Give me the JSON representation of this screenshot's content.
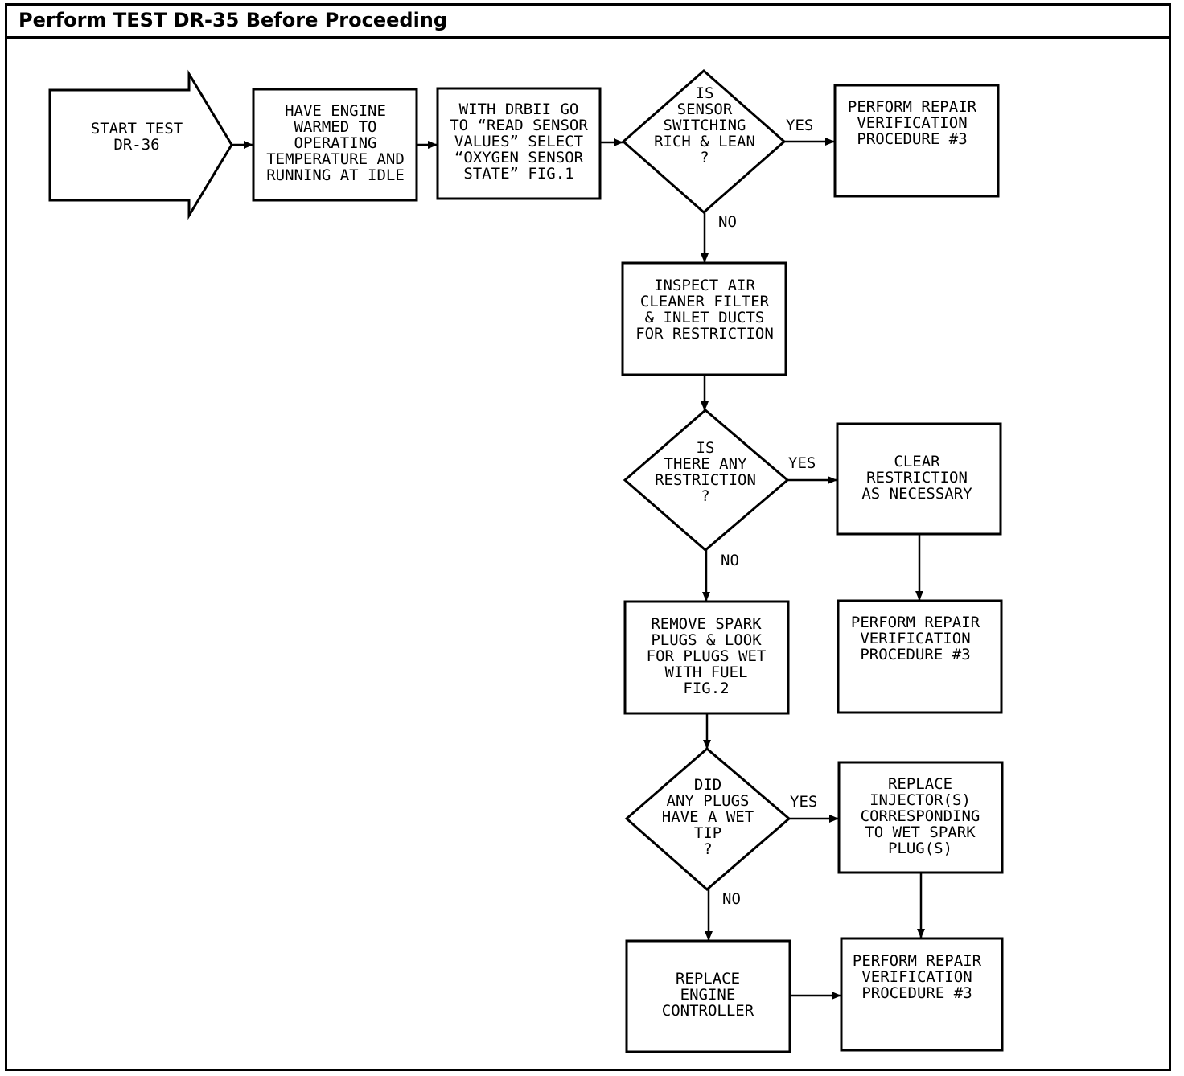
{
  "header": {
    "title": "Perform TEST DR-35 Before Proceeding"
  },
  "nodes": {
    "start": [
      "START TEST",
      "DR-36"
    ],
    "warm": [
      "HAVE ENGINE",
      "WARMED TO",
      "OPERATING",
      "TEMPERATURE AND",
      "RUNNING AT IDLE"
    ],
    "drbii": [
      "WITH DRBII GO",
      "TO “READ SENSOR",
      "VALUES” SELECT",
      "“OXYGEN SENSOR",
      "STATE” FIG.1"
    ],
    "d1": [
      "IS",
      "SENSOR",
      "SWITCHING",
      "RICH & LEAN",
      "?"
    ],
    "repair1": [
      "PERFORM REPAIR",
      "VERIFICATION",
      "PROCEDURE #3"
    ],
    "inspect": [
      "INSPECT AIR",
      "CLEANER FILTER",
      "& INLET DUCTS",
      "FOR RESTRICTION"
    ],
    "d2": [
      "IS",
      "THERE ANY",
      "RESTRICTION",
      "?"
    ],
    "clear": [
      "CLEAR",
      "RESTRICTION",
      "AS NECESSARY"
    ],
    "repair2": [
      "PERFORM REPAIR",
      "VERIFICATION",
      "PROCEDURE #3"
    ],
    "spark": [
      "REMOVE SPARK",
      "PLUGS & LOOK",
      "FOR PLUGS WET",
      "WITH FUEL",
      "FIG.2"
    ],
    "d3": [
      "DID",
      "ANY PLUGS",
      "HAVE A WET",
      "TIP",
      "?"
    ],
    "injector": [
      "REPLACE",
      "INJECTOR(S)",
      "CORRESPONDING",
      "TO WET SPARK",
      "PLUG(S)"
    ],
    "controller": [
      "REPLACE",
      "ENGINE",
      "CONTROLLER"
    ],
    "repair3": [
      "PERFORM REPAIR",
      "VERIFICATION",
      "PROCEDURE #3"
    ]
  },
  "labels": {
    "yes1": "YES",
    "no1": "NO",
    "yes2": "YES",
    "no2": "NO",
    "yes3": "YES",
    "no3": "NO"
  }
}
